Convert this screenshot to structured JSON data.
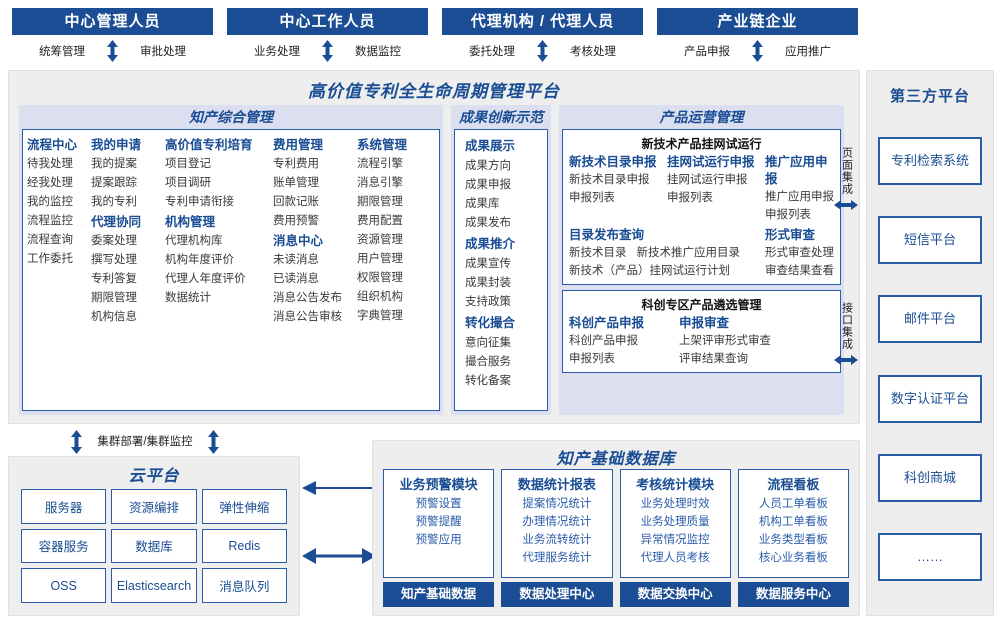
{
  "actors": [
    {
      "title": "中心管理人员",
      "left": "统筹管理",
      "right": "审批处理"
    },
    {
      "title": "中心工作人员",
      "left": "业务处理",
      "right": "数据监控"
    },
    {
      "title": "代理机构 / 代理人员",
      "left": "委托处理",
      "right": "考核处理"
    },
    {
      "title": "产业链企业",
      "left": "产品申报",
      "right": "应用推广"
    }
  ],
  "platform": {
    "title": "高价值专利全生命周期管理平台",
    "zhichan": {
      "title": "知产综合管理",
      "columns": [
        {
          "groups": [
            {
              "header": "流程中心",
              "items": [
                "待我处理",
                "经我处理",
                "我的监控",
                "流程监控",
                "流程查询",
                "工作委托"
              ]
            }
          ]
        },
        {
          "groups": [
            {
              "header": "我的申请",
              "items": [
                "我的提案",
                "提案跟踪",
                "我的专利"
              ]
            },
            {
              "header": "代理协同",
              "items": [
                "委案处理",
                "撰写处理",
                "专利答复",
                "期限管理",
                "机构信息"
              ]
            }
          ]
        },
        {
          "groups": [
            {
              "header": "高价值专利培育",
              "items": [
                "项目登记",
                "项目调研",
                "专利申请衔接"
              ]
            },
            {
              "header": "机构管理",
              "items": [
                "代理机构库",
                "机构年度评价",
                "代理人年度评价",
                "数据统计"
              ]
            }
          ]
        },
        {
          "groups": [
            {
              "header": "费用管理",
              "items": [
                "专利费用",
                "账单管理",
                "回款记账",
                "费用预警"
              ]
            },
            {
              "header": "消息中心",
              "items": [
                "未读消息",
                "已读消息",
                "消息公告发布",
                "消息公告审核"
              ]
            }
          ]
        },
        {
          "groups": [
            {
              "header": "系统管理",
              "items": [
                "流程引擎",
                "消息引擎",
                "期限管理",
                "费用配置",
                "资源管理",
                "用户管理",
                "权限管理",
                "组织机构",
                "字典管理"
              ]
            }
          ]
        }
      ]
    },
    "chengguo": {
      "title": "成果创新示范",
      "groups": [
        {
          "header": "成果展示",
          "items": [
            "成果方向",
            "成果申报",
            "成果库",
            "成果发布"
          ]
        },
        {
          "header": "成果推介",
          "items": [
            "成果宣传",
            "成果封装",
            "支持政策"
          ]
        },
        {
          "header": "转化撮合",
          "items": [
            "意向征集",
            "撮合服务",
            "转化备案"
          ]
        }
      ]
    },
    "chanpin": {
      "title": "产品运营管理",
      "box1": {
        "title": "新技术产品挂网试运行",
        "cols": [
          {
            "header": "新技术目录申报",
            "items": [
              "新技术目录申报",
              "申报列表"
            ]
          },
          {
            "header": "挂网试运行申报",
            "items": [
              "挂网试运行申报",
              "申报列表"
            ]
          },
          {
            "header": "推广应用申报",
            "items": [
              "推广应用申报",
              "申报列表"
            ]
          }
        ],
        "row2_left": {
          "header": "目录发布查询",
          "items_inline": [
            "新技术目录",
            "新技术推广应用目录"
          ],
          "items": [
            "新技术（产品）挂网试运行计划"
          ]
        },
        "row2_right": {
          "header": "形式审查",
          "items": [
            "形式审查处理",
            "审查结果查看"
          ]
        }
      },
      "box2": {
        "title": "科创专区产品遴选管理",
        "cols": [
          {
            "header": "科创产品申报",
            "items": [
              "科创产品申报",
              "申报列表"
            ]
          },
          {
            "header": "申报审查",
            "items": [
              "上架评审形式审查",
              "评审结果查询"
            ]
          }
        ]
      }
    }
  },
  "integration": [
    {
      "label": "页面集成"
    },
    {
      "label": "接口集成"
    }
  ],
  "third_party": {
    "title": "第三方平台",
    "items": [
      "专利检索系统",
      "短信平台",
      "邮件平台",
      "数字认证平台",
      "科创商城",
      "……"
    ]
  },
  "cluster_label": "集群部署/集群监控",
  "cloud": {
    "title": "云平台",
    "cells": [
      "服务器",
      "资源编排",
      "弹性伸缩",
      "容器服务",
      "数据库",
      "Redis",
      "OSS",
      "Elasticsearch",
      "消息队列"
    ]
  },
  "knowledge_base": {
    "title": "知产基础数据库",
    "columns": [
      {
        "header": "业务预警模块",
        "items": [
          "预警设置",
          "预警提醒",
          "预警应用"
        ],
        "footer": "知产基础数据"
      },
      {
        "header": "数据统计报表",
        "items": [
          "提案情况统计",
          "办理情况统计",
          "业务流转统计",
          "代理服务统计"
        ],
        "footer": "数据处理中心"
      },
      {
        "header": "考核统计模块",
        "items": [
          "业务处理时效",
          "业务处理质量",
          "异常情况监控",
          "代理人员考核"
        ],
        "footer": "数据交换中心"
      },
      {
        "header": "流程看板",
        "items": [
          "人员工单看板",
          "机构工单看板",
          "业务类型看板",
          "核心业务看板"
        ],
        "footer": "数据服务中心"
      }
    ]
  },
  "colors": {
    "brand_dark": "#1a4d93",
    "brand_border": "#2a5caa",
    "panel_bg": "#dcdff0",
    "section_bg": "#eeeeee"
  }
}
